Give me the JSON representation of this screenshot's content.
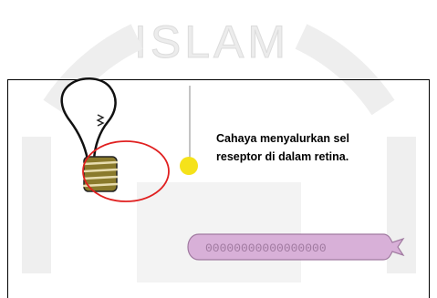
{
  "watermark": {
    "text": "ISLAM"
  },
  "caption": {
    "line1": "Cahaya menyalurkan sel",
    "line2": "reseptor di dalam retina."
  },
  "icons": {
    "bulb": "light-bulb-icon",
    "light": "light-particle-icon",
    "cell": "photoreceptor-cell-icon"
  },
  "colors": {
    "highlight_circle": "#e02020",
    "light_particle": "#f5e21a",
    "cell_fill": "#d8b0d8",
    "bulb_base": "#8a7a2c"
  }
}
